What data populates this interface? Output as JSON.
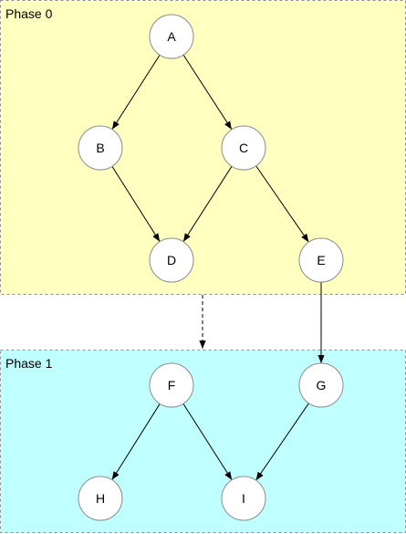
{
  "colors": {
    "phase0_fill": "#ffffc0",
    "phase1_fill": "#c0ffff",
    "node_fill": "#ffffff",
    "node_stroke": "#8c8c8c",
    "border": "#8f8f8f",
    "edge": "#000000"
  },
  "phases": [
    {
      "id": "phase0",
      "label": "Phase 0"
    },
    {
      "id": "phase1",
      "label": "Phase 1"
    }
  ],
  "nodes": [
    {
      "id": "A",
      "label": "A",
      "phase": "phase0"
    },
    {
      "id": "B",
      "label": "B",
      "phase": "phase0"
    },
    {
      "id": "C",
      "label": "C",
      "phase": "phase0"
    },
    {
      "id": "D",
      "label": "D",
      "phase": "phase0"
    },
    {
      "id": "E",
      "label": "E",
      "phase": "phase0"
    },
    {
      "id": "F",
      "label": "F",
      "phase": "phase1"
    },
    {
      "id": "G",
      "label": "G",
      "phase": "phase1"
    },
    {
      "id": "H",
      "label": "H",
      "phase": "phase1"
    },
    {
      "id": "I",
      "label": "I",
      "phase": "phase1"
    }
  ],
  "edges": [
    {
      "from": "A",
      "to": "B",
      "style": "solid"
    },
    {
      "from": "A",
      "to": "C",
      "style": "solid"
    },
    {
      "from": "B",
      "to": "D",
      "style": "solid"
    },
    {
      "from": "C",
      "to": "D",
      "style": "solid"
    },
    {
      "from": "C",
      "to": "E",
      "style": "solid"
    },
    {
      "from": "E",
      "to": "G",
      "style": "solid"
    },
    {
      "from": "F",
      "to": "H",
      "style": "solid"
    },
    {
      "from": "F",
      "to": "I",
      "style": "solid"
    },
    {
      "from": "G",
      "to": "I",
      "style": "solid"
    },
    {
      "from": "phase0",
      "to": "phase1",
      "style": "dashed"
    }
  ]
}
